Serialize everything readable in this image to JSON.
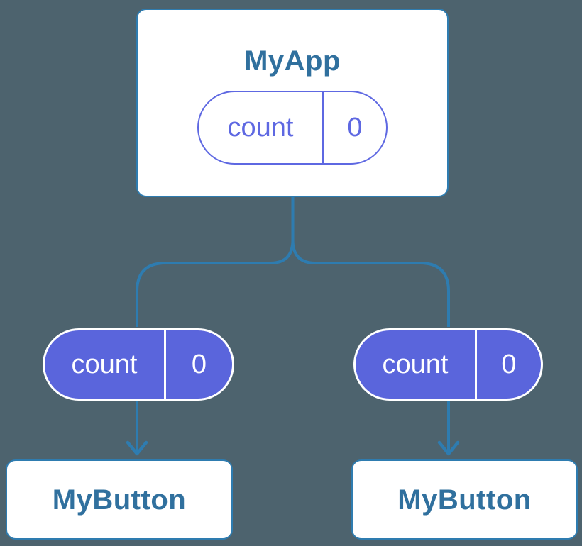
{
  "colors": {
    "background": "#4D636E",
    "wire_blue": "#2E7CB0",
    "card_background": "#FFFFFF",
    "component_title_text": "#30709E",
    "state_pill_indigo": "#5E68E2",
    "prop_pill_fill": "#5A65DC",
    "prop_pill_text": "#FFFFFF"
  },
  "diagram": {
    "root": {
      "title": "MyApp",
      "state": {
        "name": "count",
        "value": "0"
      }
    },
    "children": [
      {
        "title": "MyButton",
        "prop": {
          "name": "count",
          "value": "0"
        }
      },
      {
        "title": "MyButton",
        "prop": {
          "name": "count",
          "value": "0"
        }
      }
    ]
  }
}
